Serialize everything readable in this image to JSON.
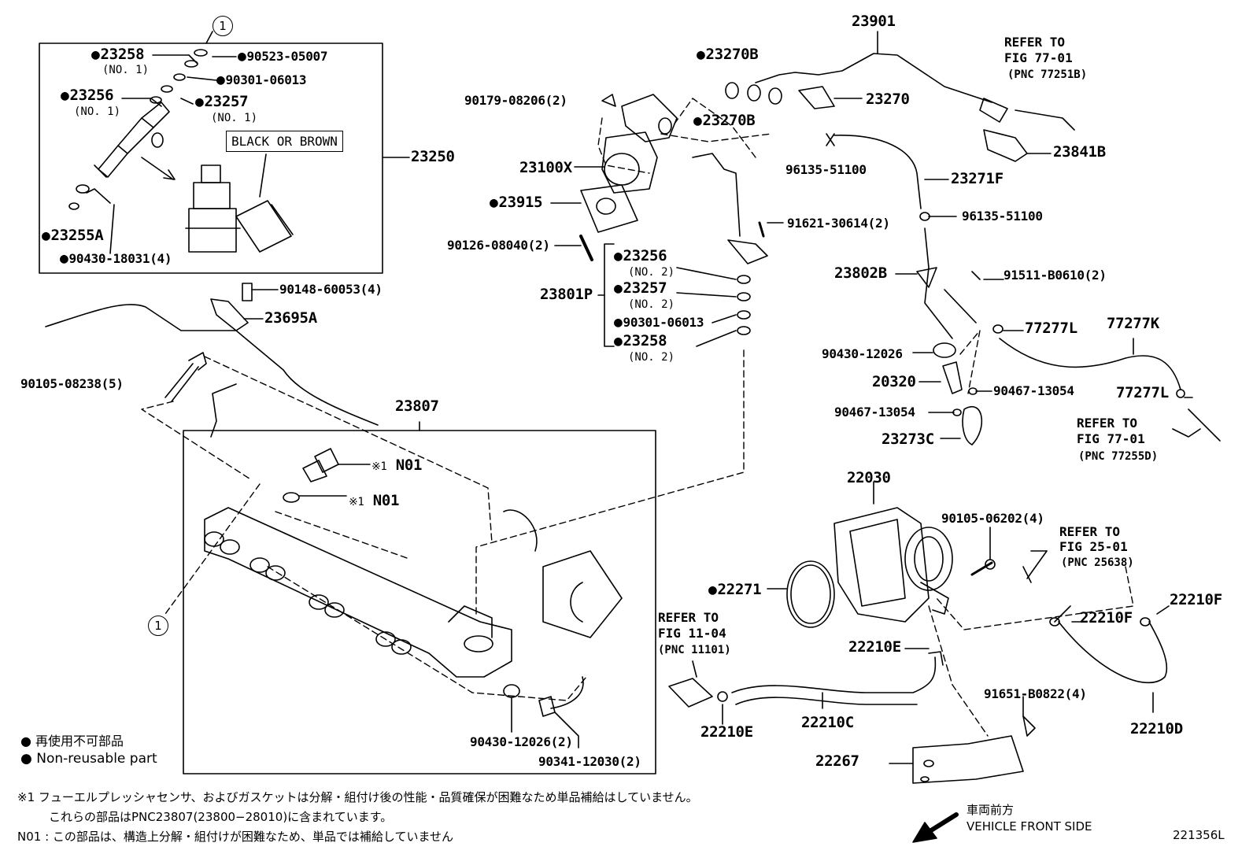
{
  "parts": {
    "p23258": "23258",
    "p23258_sub": "(NO. 1)",
    "p9052305007": "90523-05007",
    "p9030106013a": "90301-06013",
    "p23256": "23256",
    "p23256_sub": "(NO. 1)",
    "p23257": "23257",
    "p23257_sub": "(NO. 1)",
    "black_or_brown": "BLACK OR BROWN",
    "p23250": "23250",
    "p23255A": "23255A",
    "p9043018031": "90430-18031(4)",
    "p9014860053": "90148-60053(4)",
    "p23695A": "23695A",
    "p9010508238": "90105-08238(5)",
    "p23807": "23807",
    "n01a": "N01",
    "n01b": "N01",
    "kome": "※1",
    "p9043012026b": "90430-12026(2)",
    "p9034112030": "90341-12030(2)",
    "p23270Ba": "23270B",
    "p9017908206": "90179-08206(2)",
    "p23270Bb": "23270B",
    "p23100X": "23100X",
    "p23915": "23915",
    "p9012608040": "90126-08040(2)",
    "p23801P": "23801P",
    "p23256b": "23256",
    "p23256b_sub": "(NO. 2)",
    "p23257b": "23257",
    "p23257b_sub": "(NO. 2)",
    "p9030106013b": "90301-06013",
    "p23258b": "23258",
    "p23258b_sub": "(NO. 2)",
    "p9162130614": "91621-30614(2)",
    "p23901": "23901",
    "p23270": "23270",
    "p9613551100a": "96135-51100",
    "p23271F": "23271F",
    "p9613551100b": "96135-51100",
    "p23841B": "23841B",
    "p23802B": "23802B",
    "p91511B0610": "91511-B0610(2)",
    "p77277La": "77277L",
    "p77277K": "77277K",
    "p9043012026a": "90430-12026",
    "p20320": "20320",
    "p9046713054a": "90467-13054",
    "p9046713054b": "90467-13054",
    "p77277Lb": "77277L",
    "p23273C": "23273C",
    "p22030": "22030",
    "p9010506202": "90105-06202(4)",
    "p22271": "22271",
    "p22210Fa": "22210F",
    "p22210Fb": "22210F",
    "p22210Ea": "22210E",
    "p22210Eb": "22210E",
    "p22210C": "22210C",
    "p91651B0822": "91651-B0822(4)",
    "p22210D": "22210D",
    "p22267": "22267"
  },
  "refs": {
    "r1_l1": "REFER TO",
    "r1_l2": "FIG 77-01",
    "r1_l3": "(PNC 77251B)",
    "r2_l1": "REFER TO",
    "r2_l2": "FIG 77-01",
    "r2_l3": "(PNC 77255D)",
    "r3_l1": "REFER TO",
    "r3_l2": "FIG 25-01",
    "r3_l3": "(PNC 25638)",
    "r4_l1": "REFER TO",
    "r4_l2": "FIG 11-04",
    "r4_l3": "(PNC 11101)"
  },
  "callouts": {
    "c1": "1",
    "c2": "1"
  },
  "legend": {
    "jp": "再使用不可部品",
    "en": "Non-reusable part"
  },
  "notes": {
    "n1": "※1  フューエルプレッシャセンサ、およびガスケットは分解・組付け後の性能・品質確保が困難なため単品補給はしていません。",
    "n2": "これらの部品はPNC23807(23800−28010)に含まれています。",
    "n3": "N01 : この部品は、構造上分解・組付けが困難なため、単品では補給していません"
  },
  "front": {
    "jp": "車両前方",
    "en": "VEHICLE FRONT SIDE"
  },
  "fig_id": "221356L"
}
